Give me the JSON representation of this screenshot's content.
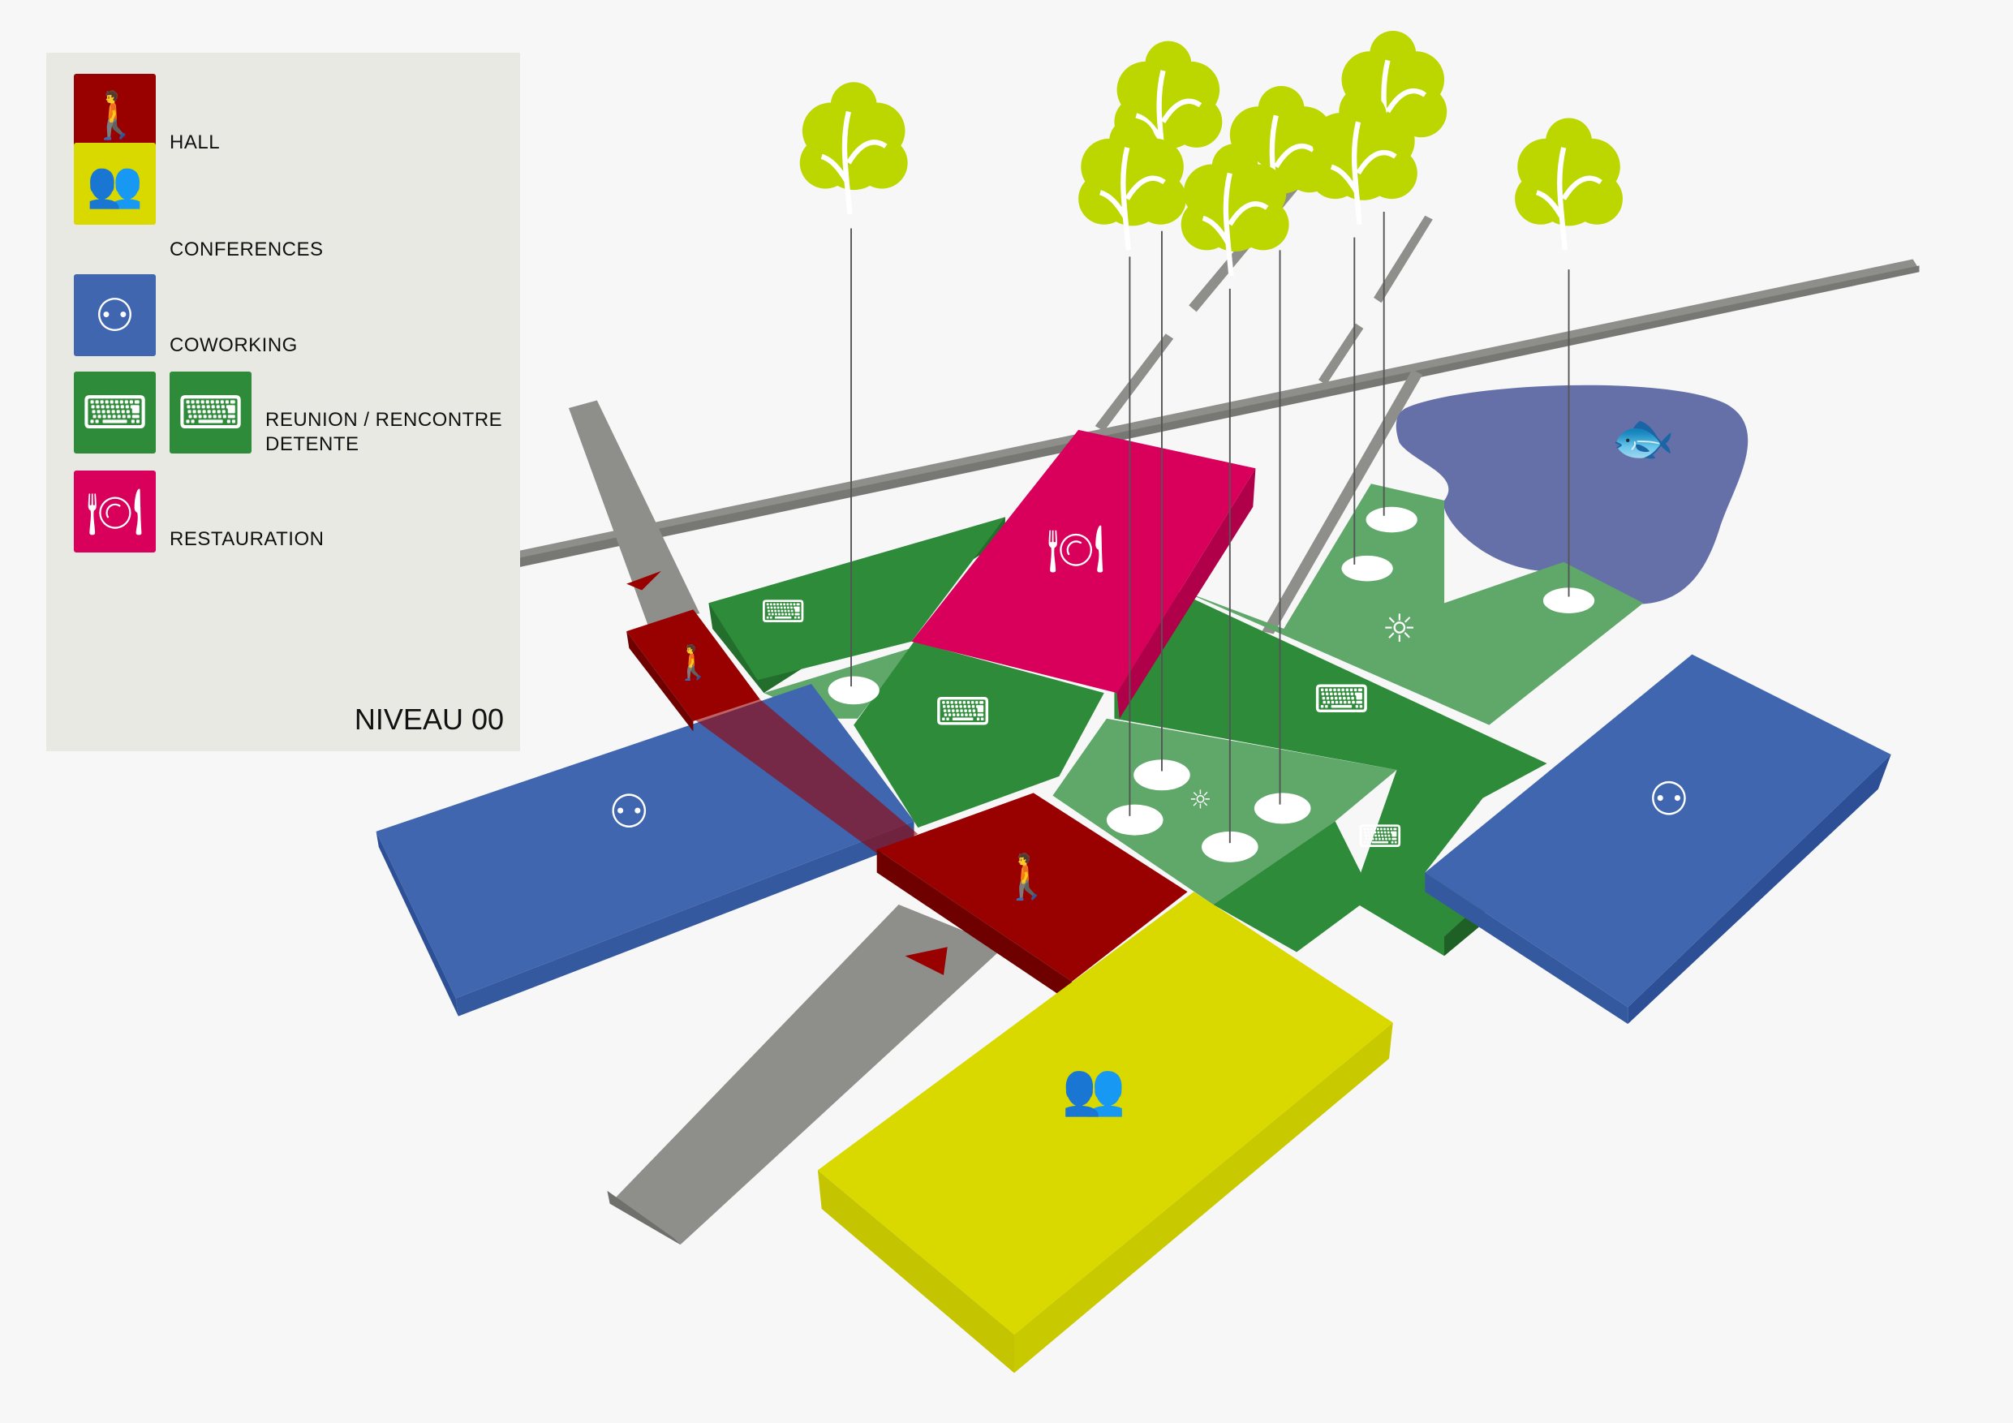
{
  "legend": {
    "items": [
      {
        "label": "HALL",
        "color": "#990000",
        "icon": "walking-people-icon"
      },
      {
        "label": "CONFERENCES",
        "color": "#d9d900",
        "icon": "audience-icon"
      },
      {
        "label": "COWORKING",
        "color": "#4066b0",
        "icon": "coworking-table-icon"
      },
      {
        "label": "REUNION / RENCONTRE",
        "label2": "DETENTE",
        "color": "#2e8b3a",
        "icon": "meeting-desk-icon"
      },
      {
        "label": "RESTAURATION",
        "color": "#d9005b",
        "icon": "plate-cutlery-icon"
      }
    ],
    "level": "NIVEAU 00"
  },
  "colors": {
    "hall": "#990000",
    "conferences": "#d9d900",
    "coworking": "#4066b0",
    "reunion": "#2e8b3a",
    "reunion_light": "#5fa86a",
    "restauration": "#d9005b",
    "pond": "#6570a8",
    "road": "#8e8e8a",
    "tree": "#bcd600"
  }
}
